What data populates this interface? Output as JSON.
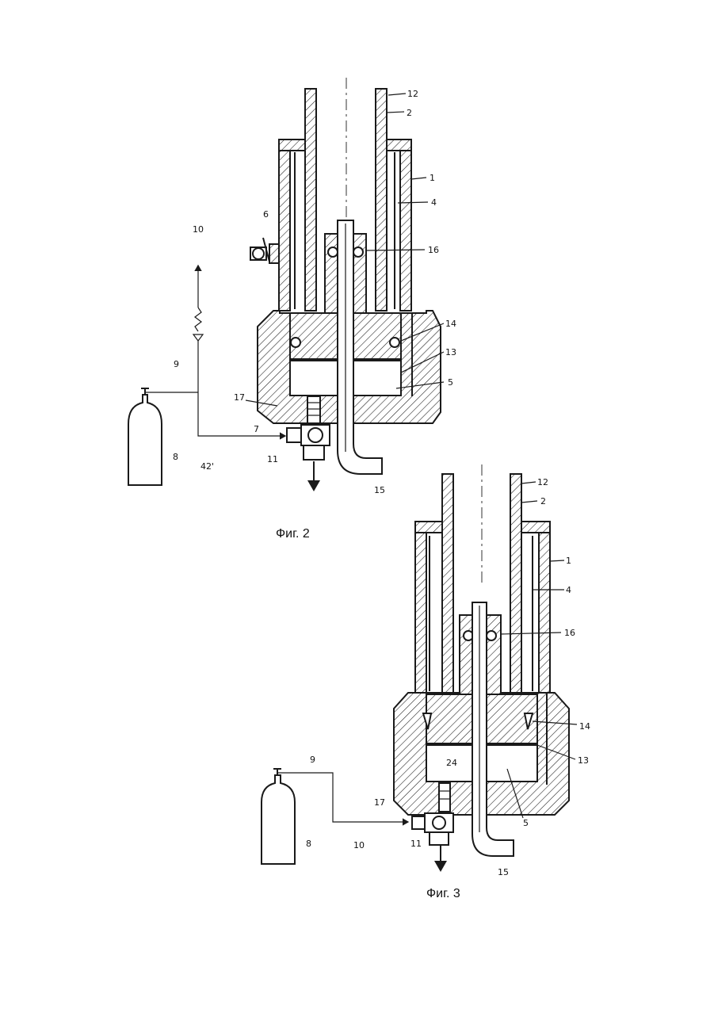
{
  "figures": [
    {
      "caption": "Фиг. 2",
      "labels": [
        "12",
        "2",
        "1",
        "4",
        "6",
        "10",
        "16",
        "14",
        "13",
        "9",
        "17",
        "5",
        "7",
        "8",
        "42'",
        "11",
        "15"
      ]
    },
    {
      "caption": "Фиг. 3",
      "labels": [
        "12",
        "2",
        "1",
        "4",
        "16",
        "14",
        "13",
        "9",
        "24",
        "17",
        "5",
        "8",
        "10",
        "11",
        "15"
      ]
    }
  ],
  "colors": {
    "ink": "#1a1a1a",
    "paper": "#ffffff"
  }
}
